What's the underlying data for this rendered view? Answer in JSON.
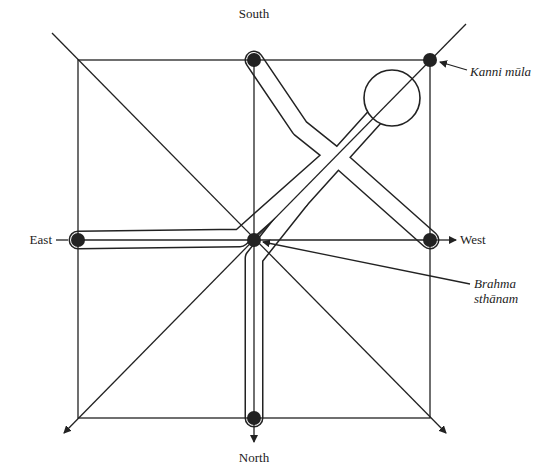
{
  "diagram": {
    "labels": [
      "South",
      "Kanni mūla",
      "East",
      "West",
      "Brahma sthānam",
      "North"
    ]
  }
}
